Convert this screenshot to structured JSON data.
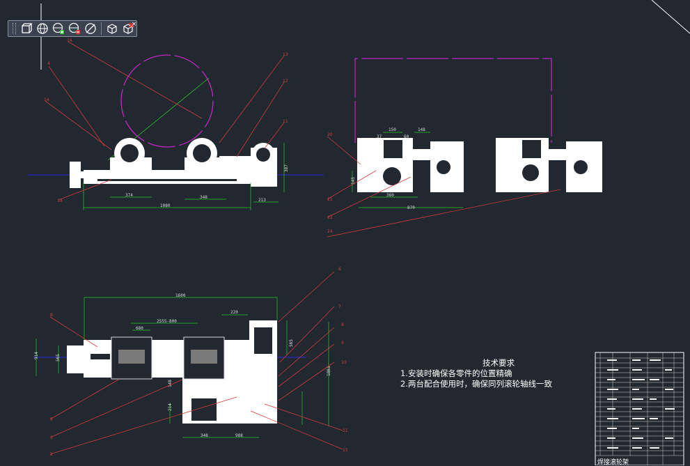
{
  "app": {
    "background": "#212830"
  },
  "colors": {
    "part": "#ffffff",
    "dimension": "#2fc02f",
    "leader": "#d23a3a",
    "centerline": "#2222ee",
    "construction": "#c426c4"
  },
  "view_toolbar": {
    "buttons": [
      {
        "name": "view-cube-icon"
      },
      {
        "name": "globe-orbit-icon"
      },
      {
        "name": "globe-zoom-in-icon"
      },
      {
        "name": "globe-zoom-out-icon"
      },
      {
        "name": "globe-clear-icon"
      },
      {
        "name": "box-3d-icon"
      },
      {
        "name": "box-delete-icon"
      }
    ],
    "close_label": "×"
  },
  "tech_requirements": {
    "title": "技术要求",
    "items": [
      "1.安装时确保各零件的位置精确",
      "2.两台配合使用时，确保同列滚轮轴线一致"
    ]
  },
  "dimensions": {
    "front": {
      "d1": "374",
      "d2": "348",
      "d3": "1080",
      "d4": "213",
      "d5": "387"
    },
    "side": {
      "d1": "150",
      "d2": "148",
      "d3": "60",
      "d4": "37",
      "d5": "145",
      "d6": "360",
      "d7": "870"
    },
    "plan": {
      "d1": "1600",
      "d2": "220",
      "d3": "2555-800",
      "d4": "680",
      "d5": "348",
      "d6": "988",
      "d7": "914",
      "d8": "565",
      "d9": "148",
      "d10": "214",
      "d11": "565",
      "d12": "1863"
    }
  },
  "callouts": {
    "front": [
      "4",
      "14",
      "18",
      "13",
      "12",
      "11",
      "16"
    ],
    "side": [
      "20",
      "21",
      "22",
      "24"
    ],
    "plan": [
      "8",
      "6",
      "7",
      "8",
      "9",
      "10",
      "5",
      "3",
      "2",
      "11",
      "15"
    ]
  },
  "title_block": {
    "name": "焊接滚轮架"
  }
}
